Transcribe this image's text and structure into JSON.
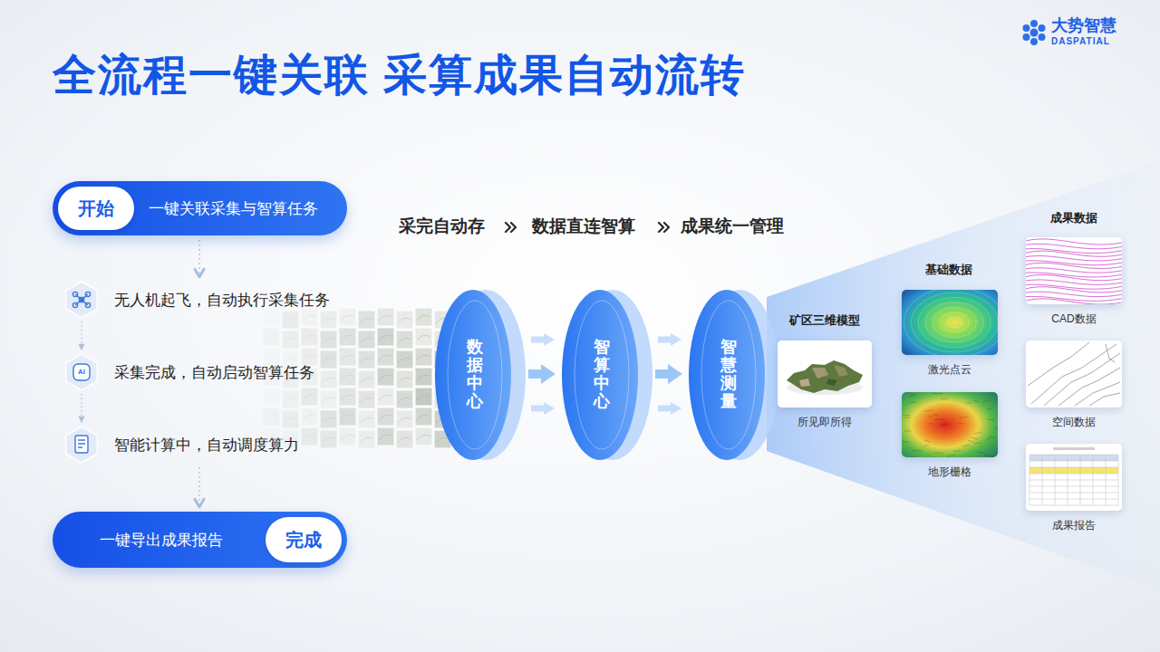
{
  "diagram": {
    "title": "全流程一键关联 采算成果自动流转",
    "nodes": [
      {
        "text": [
          "一键关联采集与智算任务"
        ]
      },
      {
        "text": [
          "开始"
        ],
        "in": 0
      },
      {
        "text": [
          "无人机起飞，自动执行采集任务"
        ]
      },
      {
        "text": [
          "采集完成，自动启动智算任务"
        ]
      },
      {
        "text": [
          "智能计算中，自动调度算力"
        ]
      },
      {
        "text": [
          "一键导出成果报告"
        ]
      },
      {
        "text": [
          "完成"
        ],
        "in": 5
      },
      {
        "text": [
          "数据中心"
        ]
      },
      {
        "text": [
          "智算中心"
        ]
      },
      {
        "text": [
          "智慧测量"
        ]
      },
      {
        "text": [
          "矿区三维模型",
          "所见即所得"
        ]
      },
      {
        "text": [
          "激光点云"
        ]
      },
      {
        "text": [
          "地形栅格"
        ]
      },
      {
        "text": [
          "CAD数据"
        ]
      },
      {
        "text": [
          "空间数据"
        ]
      },
      {
        "text": [
          "成果报告"
        ]
      }
    ],
    "edges": [
      {
        "from": 0,
        "to": 2,
        "arrow": "to"
      },
      {
        "from": 2,
        "to": 3,
        "arrow": "to"
      },
      {
        "from": 3,
        "to": 4,
        "arrow": "to"
      },
      {
        "from": 4,
        "to": 5,
        "arrow": "to"
      },
      {
        "from": 7,
        "to": 8,
        "arrow": "to"
      },
      {
        "from": 8,
        "to": 9,
        "arrow": "to"
      }
    ],
    "labels": [
      "大势智慧",
      "DASPATIAL",
      "采完自动存",
      "数据直连智算",
      "成果统一管理",
      "AI",
      "基础数据",
      "成果数据"
    ]
  }
}
